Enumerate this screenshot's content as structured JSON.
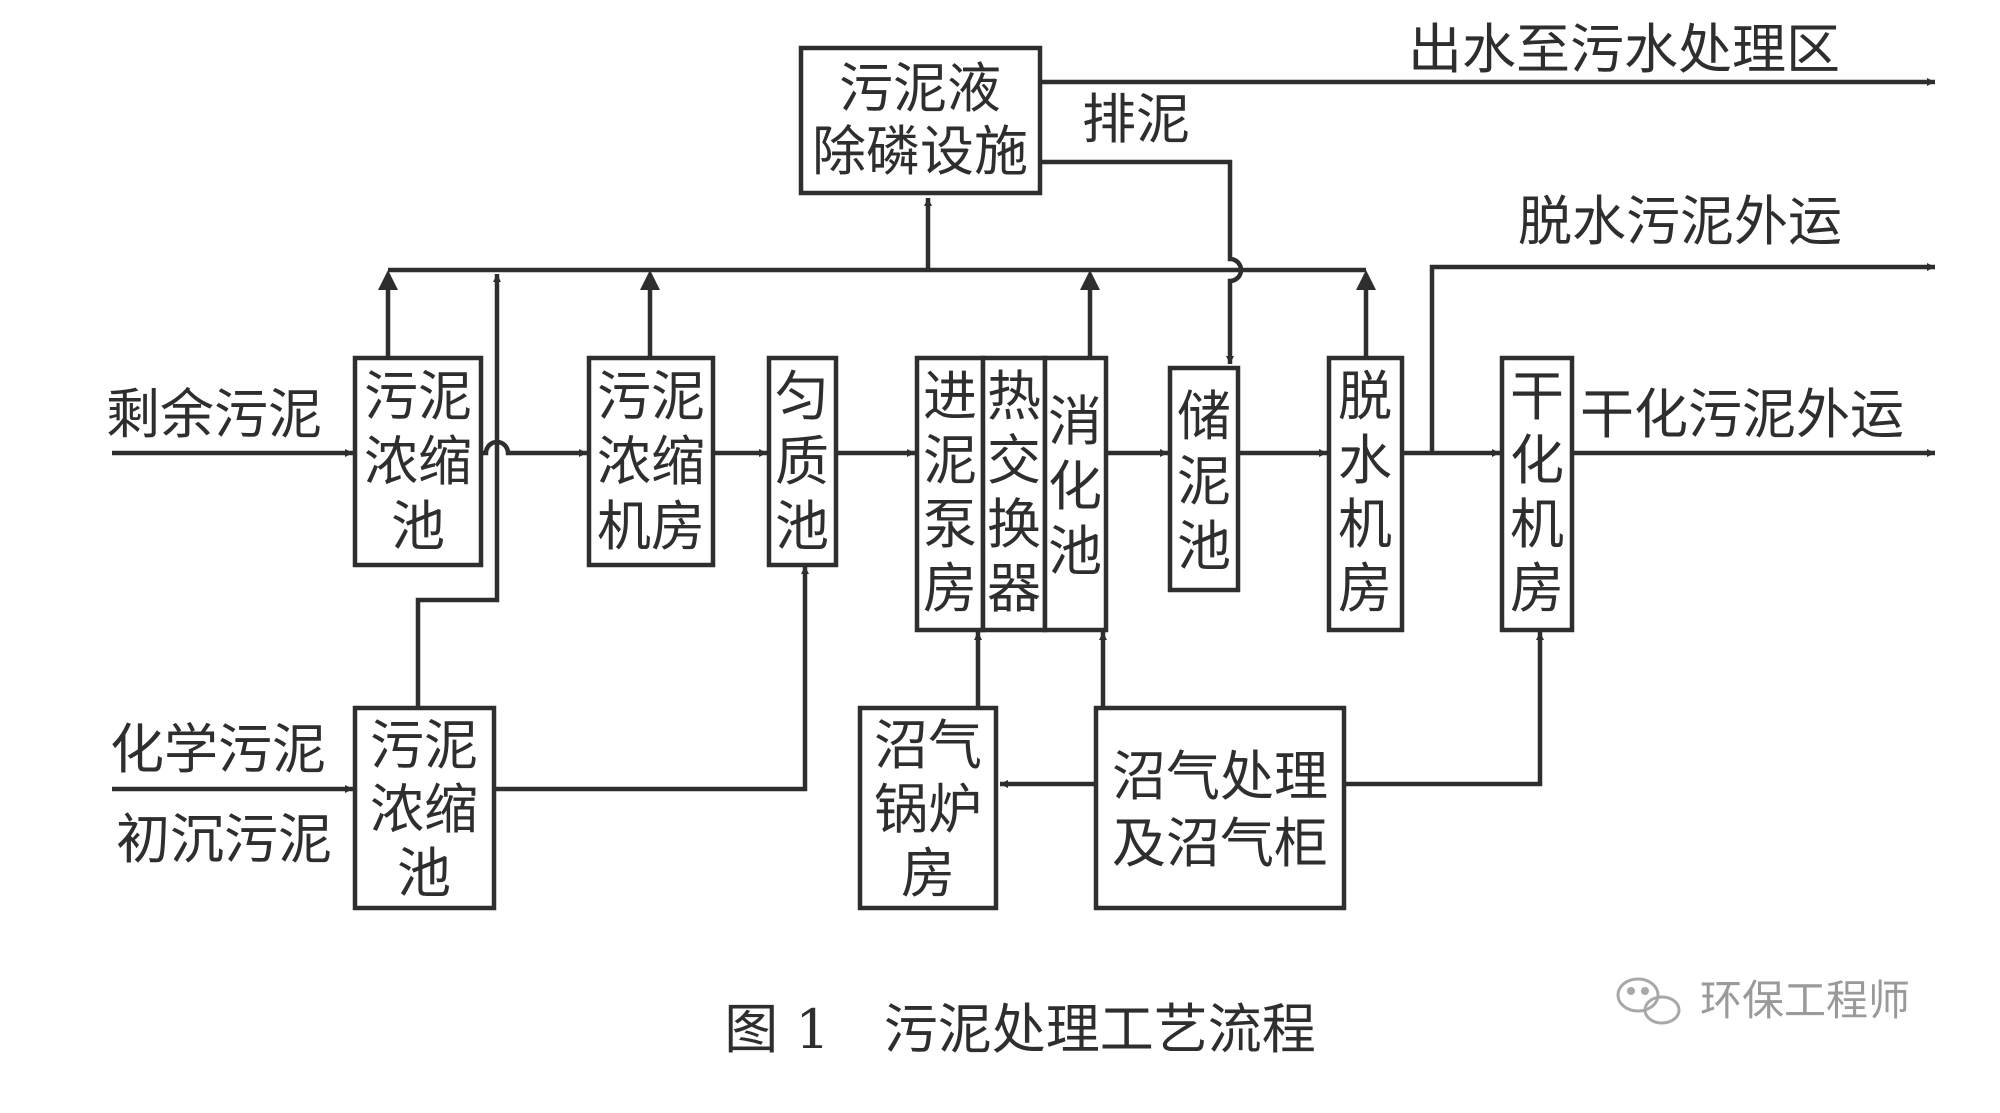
{
  "diagram": {
    "boxes": {
      "phos": [
        "污泥液",
        "除磷设施"
      ],
      "thick1": [
        "污泥",
        "浓缩",
        "池"
      ],
      "thick_room": [
        "污泥",
        "浓缩",
        "机房"
      ],
      "homog": [
        "匀",
        "质",
        "池"
      ],
      "pump": [
        "进",
        "泥",
        "泵",
        "房"
      ],
      "hx": [
        "热",
        "交",
        "换",
        "器"
      ],
      "digest": [
        "消",
        "化",
        "池"
      ],
      "store": [
        "储",
        "泥",
        "池"
      ],
      "dewater": [
        "脱",
        "水",
        "机",
        "房"
      ],
      "dry": [
        "干",
        "化",
        "机",
        "房"
      ],
      "thick2": [
        "污泥",
        "浓缩",
        "池"
      ],
      "boiler": [
        "沼气",
        "锅炉",
        "房"
      ],
      "biogas": [
        "沼气处理",
        "及沼气柜"
      ]
    },
    "labels": {
      "excess_sludge": "剩余污泥",
      "chemical_sludge": "化学污泥",
      "primary_sludge": "初沉污泥",
      "effluent": "出水至污水处理区",
      "discharge": "排泥",
      "dewatered_out": "脱水污泥外运",
      "dried_out": "干化污泥外运"
    },
    "caption": "图 1　污泥处理工艺流程",
    "watermark": "环保工程师"
  }
}
